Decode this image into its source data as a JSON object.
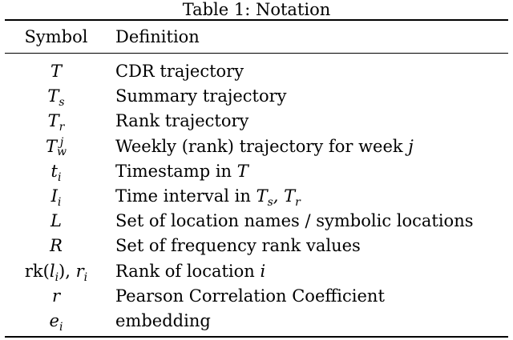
{
  "caption": "Table 1: Notation",
  "headers": {
    "symbol": "Symbol",
    "definition": "Definition"
  },
  "rows": [
    {
      "symbol": "T",
      "sub": "",
      "sup": "",
      "definition": "CDR trajectory",
      "def_math": ""
    },
    {
      "symbol": "T",
      "sub": "s",
      "sup": "",
      "definition": "Summary trajectory",
      "def_math": ""
    },
    {
      "symbol": "T",
      "sub": "r",
      "sup": "",
      "definition": "Rank trajectory",
      "def_math": ""
    },
    {
      "symbol": "T",
      "sub": "w",
      "sup": "j",
      "definition": "Weekly (rank) trajectory for week ",
      "def_math": "j"
    },
    {
      "symbol": "t",
      "sub": "i",
      "sup": "",
      "definition": "Timestamp in ",
      "def_math": "T"
    },
    {
      "symbol": "I",
      "sub": "i",
      "sup": "",
      "definition": "Time interval in ",
      "def_math": "Ts, Tr"
    },
    {
      "symbol": "L",
      "sub": "",
      "sup": "",
      "definition": "Set of location names / symbolic locations",
      "def_math": ""
    },
    {
      "symbol": "R",
      "sub": "",
      "sup": "",
      "definition": "Set of frequency rank values",
      "def_math": ""
    },
    {
      "symbol": "rk(li), ri",
      "sub": "",
      "sup": "",
      "definition": "Rank of location ",
      "def_math": "i"
    },
    {
      "symbol": "r",
      "sub": "",
      "sup": "",
      "definition": "Pearson Correlation Coefficient",
      "def_math": ""
    },
    {
      "symbol": "e",
      "sub": "i",
      "sup": "",
      "definition": "embedding",
      "def_math": ""
    }
  ]
}
